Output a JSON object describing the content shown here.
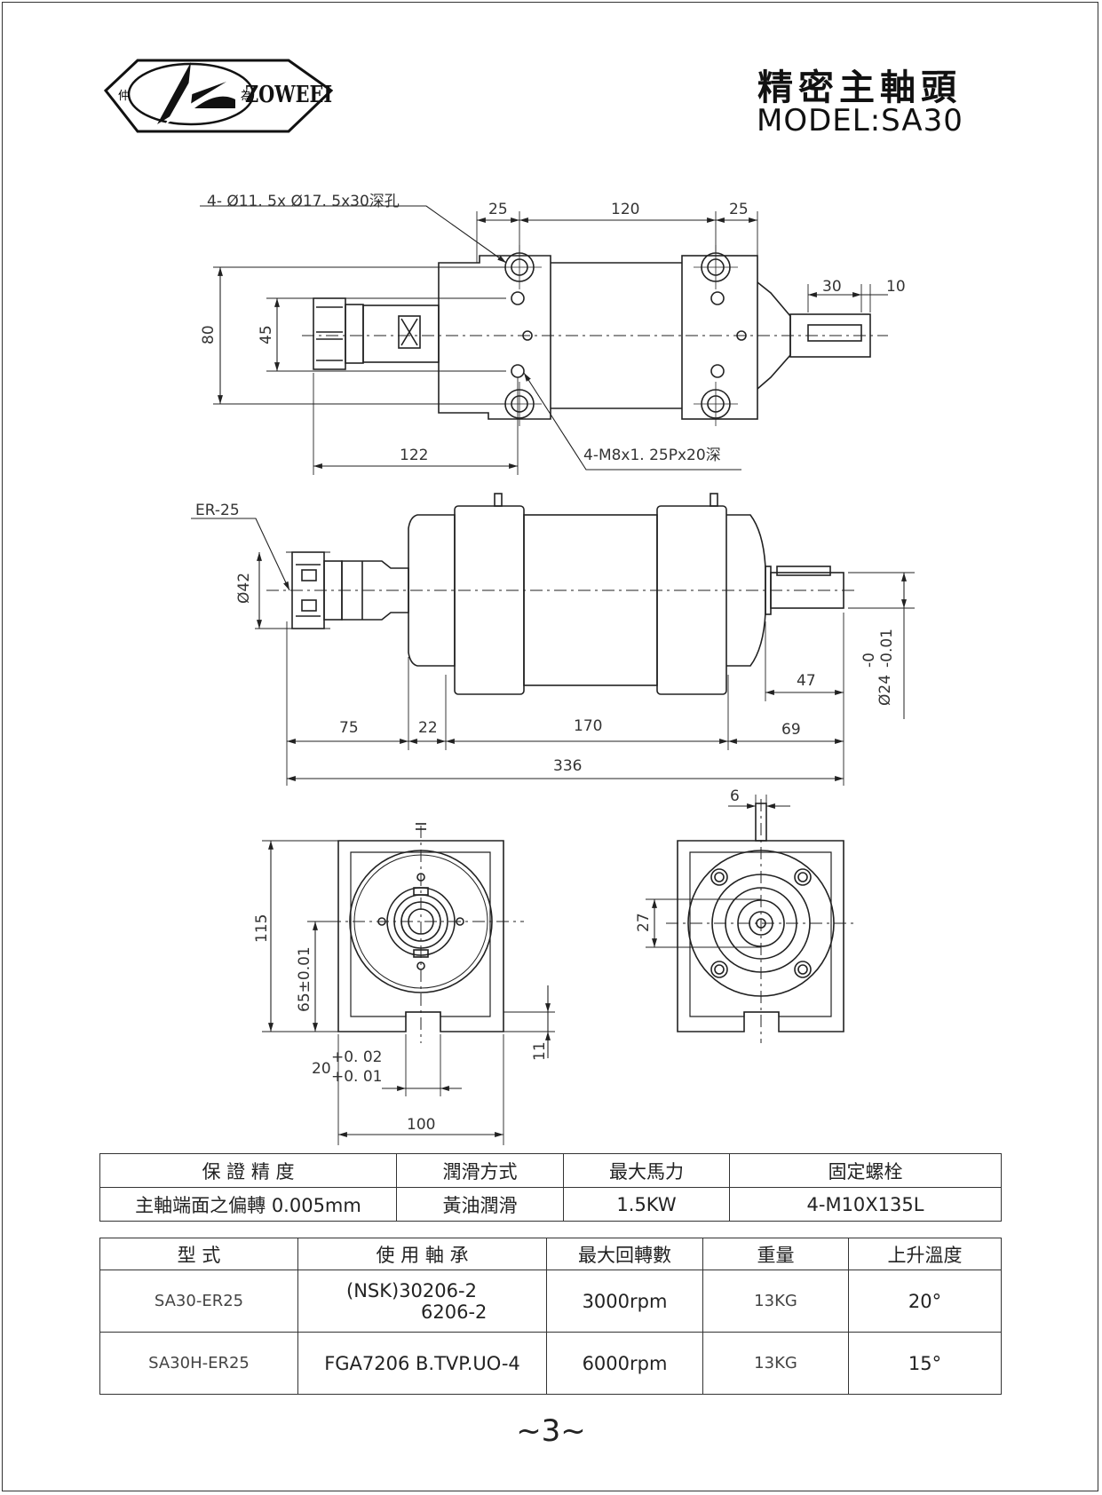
{
  "brand": {
    "logo_left_char": "仲",
    "logo_right_char": "為",
    "name": "ZOWEEI"
  },
  "title": {
    "cn": "精密主軸頭",
    "model": "MODEL:SA30"
  },
  "drawing": {
    "top_view": {
      "hole_note": "4- Ø11. 5x Ø17. 5x30深孔",
      "tap_note": "4-M8x1. 25Px20深",
      "dim_25_left": "25",
      "dim_120": "120",
      "dim_25_right": "25",
      "dim_30": "30",
      "dim_10": "10",
      "dim_80": "80",
      "dim_45": "45",
      "dim_122": "122"
    },
    "side_view": {
      "collet_label": "ER-25",
      "dim_dia42": "Ø42",
      "dim_75": "75",
      "dim_22": "22",
      "dim_170": "170",
      "dim_69": "69",
      "dim_336": "336",
      "dim_47": "47",
      "dim_dia24": "Ø24",
      "tol_upper": "-0",
      "tol_lower": "-0.01"
    },
    "end_views": {
      "dim_6": "6",
      "dim_115": "115",
      "dim_65": "65±0.01",
      "dim_27": "27",
      "dim_11": "11",
      "dim_20": "20",
      "dim_20_tol_upper": "+0. 02",
      "dim_20_tol_lower": "+0. 01",
      "dim_100": "100"
    }
  },
  "table1": {
    "headers": [
      "保 證 精 度",
      "潤滑方式",
      "最大馬力",
      "固定螺栓"
    ],
    "row": [
      "主軸端面之偏轉 0.005mm",
      "黃油潤滑",
      "1.5KW",
      "4-M10X135L"
    ]
  },
  "table2": {
    "headers": [
      "型 式",
      "使 用 軸 承",
      "最大回轉數",
      "重量",
      "上升溫度"
    ],
    "rows": [
      {
        "model": "SA30-ER25",
        "bearing_line1": "(NSK)30206-2",
        "bearing_line2": "6206-2",
        "rpm": "3000rpm",
        "weight": "13KG",
        "temp": "20°"
      },
      {
        "model": "SA30H-ER25",
        "bearing_line1": "FGA7206  B.TVP.UO-4",
        "bearing_line2": "",
        "rpm": "6000rpm",
        "weight": "13KG",
        "temp": "15°"
      }
    ]
  },
  "page_number": "~3~"
}
